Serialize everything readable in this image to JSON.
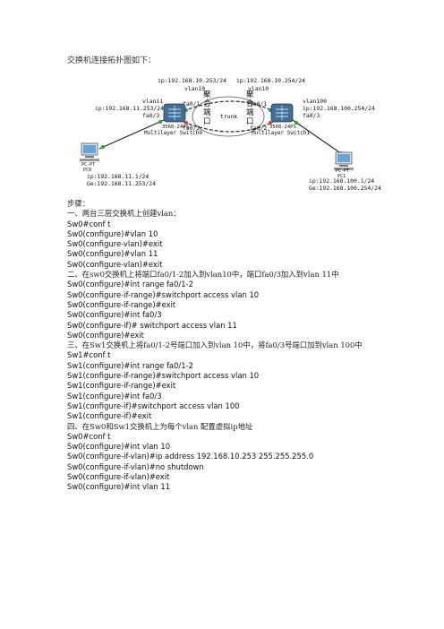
{
  "intro": "交换机连接拓扑图如下：",
  "diagram": {
    "sw0": {
      "top_ip": "ip:192.168.10.253/24",
      "top_vlan": "vlan10",
      "left_vlan": "vlan11",
      "left_ip": "ip:192.168.11.253/24",
      "left_port": "fa0/3",
      "port1": "fa0/1",
      "port2": "fa0/2",
      "model": "3560-24PS",
      "type": "Multilayer Switch0"
    },
    "sw1": {
      "top_ip": "ip:192.168.10.254/24",
      "top_vlan": "vlan10",
      "right_vlan": "vlan100",
      "right_ip": "ip:192.168.100.254/24",
      "right_port": "fa0/3",
      "port1": "fa0/1",
      "port2": "fa0/2",
      "model": "3560-24PS",
      "type": "Multilayer Switch1"
    },
    "trunk": "trunk",
    "link_left": "聚合端口",
    "link_right": "聚合端口",
    "pc0": {
      "model": "PC-PT",
      "name": "PC0",
      "ip": "ip:192.168.11.1/24",
      "gw": "Ge:192.168.11.253/24"
    },
    "pc1": {
      "model": "PC-PT",
      "name": "PC1",
      "ip": "ip:192.168.100.1/24",
      "gw": "Ge:192.168.100.254/24"
    },
    "colors": {
      "link_green": "#2aa02a",
      "link_red": "#d83a2a",
      "trunk_red": "#cc2222"
    }
  },
  "steps": [
    {
      "kind": "heading",
      "text": "步骤："
    },
    {
      "kind": "heading",
      "text": "一、两台三层交换机上创建vlan："
    },
    {
      "kind": "cmd",
      "text": "Sw0#conf   t"
    },
    {
      "kind": "cmd",
      "text": "Sw0(configure)#vlan 10"
    },
    {
      "kind": "cmd",
      "text": "Sw0(configure-vlan)#exit"
    },
    {
      "kind": "cmd",
      "text": "Sw0(configure)#vlan 11"
    },
    {
      "kind": "cmd",
      "text": "Sw0(configure-vlan)#exit"
    },
    {
      "kind": "heading",
      "text": "二、在sw0交换机上将端口fa0/1-2加入到vlan10中，端口fa0/3加入到vlan 11中"
    },
    {
      "kind": "cmd",
      "text": "Sw0(configure)#int   range   fa0/1-2"
    },
    {
      "kind": "cmd",
      "text": "Sw0(configure-if-range)#switchport   access   vlan 10"
    },
    {
      "kind": "cmd",
      "text": "Sw0(configure-if-range)#exit"
    },
    {
      "kind": "cmd",
      "text": "Sw0(configure)#int   fa0/3"
    },
    {
      "kind": "cmd",
      "text": "Sw0(configure-if)# switchport   access   vlan 11"
    },
    {
      "kind": "cmd",
      "text": "Sw0(configure)#exit"
    },
    {
      "kind": "heading",
      "text": "三、在Sw1交换机上将fa0/1-2号端口加入到vlan 10中，将fa0/3号端口加到vlan 100中"
    },
    {
      "kind": "cmd",
      "text": "Sw1#conf   t"
    },
    {
      "kind": "cmd",
      "text": "Sw1(configure)#int   range   fa0/1-2"
    },
    {
      "kind": "cmd",
      "text": "Sw1(configure-if-range)#switchport   access   vlan   10"
    },
    {
      "kind": "cmd",
      "text": "Sw1(configure-if-range)#exit"
    },
    {
      "kind": "cmd",
      "text": "Sw1(configure)#int   fa0/3"
    },
    {
      "kind": "cmd",
      "text": "Sw1(configure-if)#switchport   access   vlan   100"
    },
    {
      "kind": "cmd",
      "text": "Sw1(configure-if)#exit"
    },
    {
      "kind": "heading",
      "text": "四、在Sw0和Sw1交换机上为每个vlan 配置虚拟ip地址"
    },
    {
      "kind": "cmd",
      "text": "Sw0#conf   t"
    },
    {
      "kind": "cmd",
      "text": "Sw0(configure)#int   vlan   10"
    },
    {
      "kind": "cmd",
      "text": "Sw0(configure-if-vlan)#ip   address   192.168.10.253    255.255.255.0"
    },
    {
      "kind": "cmd",
      "text": "Sw0(configure-if-vlan)#no   shutdown"
    },
    {
      "kind": "cmd",
      "text": "Sw0(configure-if-vlan)#exit"
    },
    {
      "kind": "cmd",
      "text": "Sw0(configure)#int   vlan   11"
    }
  ]
}
